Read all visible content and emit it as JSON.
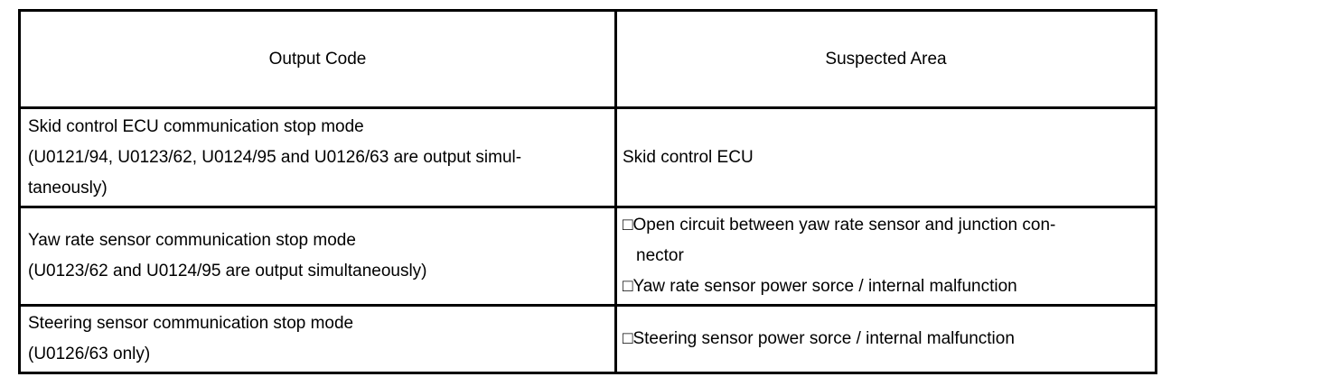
{
  "page": {
    "background": "#ffffff",
    "border_color": "#000000",
    "text_color": "#000000"
  },
  "table": {
    "header": {
      "output_code": "Output Code",
      "suspected_area": "Suspected Area"
    },
    "rows": [
      {
        "output_code": {
          "lines": [
            "Skid control ECU communication stop mode",
            "(U0121/94, U0123/62, U0124/95 and U0126/63 are output simul-",
            "taneously)"
          ]
        },
        "suspected_area": {
          "lines": [
            "Skid control ECU"
          ]
        }
      },
      {
        "output_code": {
          "lines": [
            "Yaw rate sensor communication stop mode",
            "(U0123/62 and U0124/95 are output simultaneously)"
          ]
        },
        "suspected_area": {
          "lines": [
            "□Open circuit between yaw rate sensor and junction con-",
            "nector",
            "□Yaw rate sensor power sorce / internal malfunction"
          ]
        }
      },
      {
        "output_code": {
          "lines": [
            "Steering sensor communication stop mode",
            "(U0126/63 only)"
          ]
        },
        "suspected_area": {
          "lines": [
            "□Steering sensor power sorce / internal malfunction"
          ]
        }
      }
    ]
  }
}
